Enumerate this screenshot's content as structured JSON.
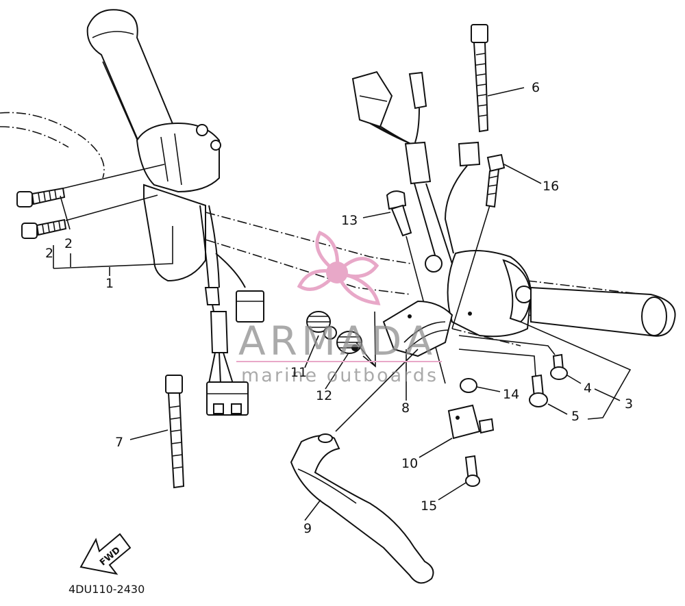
{
  "diagram": {
    "callouts": [
      "1",
      "2",
      "2",
      "2",
      "3",
      "4",
      "5",
      "6",
      "7",
      "8",
      "9",
      "10",
      "11",
      "12",
      "13",
      "14",
      "15",
      "16"
    ],
    "drawing_code": "4DU110-2430",
    "fwd_arrow_text": "FWD"
  },
  "watermark": {
    "brand": "ARMADA",
    "tagline": "marine outboards",
    "accent_color": "#e8a8c8"
  }
}
